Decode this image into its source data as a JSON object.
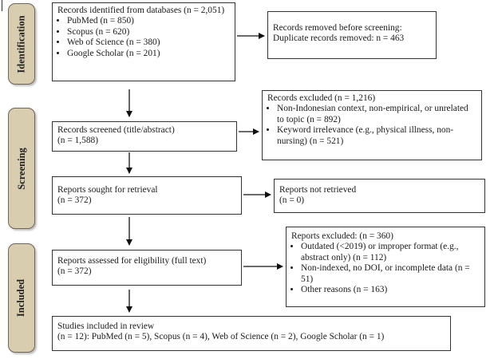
{
  "stages": {
    "identification": "Identification",
    "screening": "Screening",
    "included": "Included"
  },
  "identified": {
    "title": "Records identified from databases (n = 2,051)",
    "items": [
      "PubMed (n = 850)",
      "Scopus (n = 620)",
      "Web of Science (n = 380)",
      "Google Scholar (n = 201)"
    ]
  },
  "removed": {
    "line1": "Records removed before screening:",
    "line2": "Duplicate records removed: n = 463"
  },
  "excluded_screen": {
    "title": "Records excluded (n = 1,216)",
    "items": [
      "Non-Indonesian context, non-empirical, or unrelated to topic (n = 892)",
      "Keyword irrelevance (e.g., physical illness, non-nursing) (n = 521)"
    ]
  },
  "screened": {
    "line1": "Records screened (title/abstract)",
    "line2": "(n = 1,588)"
  },
  "sought": {
    "line1": "Reports sought for retrieval",
    "line2": "(n = 372)"
  },
  "not_retrieved": {
    "line1": "Reports not retrieved",
    "line2": "(n = 0)"
  },
  "assessed": {
    "line1": "Reports assessed for eligibility (full text)",
    "line2": "(n = 372)"
  },
  "excluded_reports": {
    "title": "Reports excluded: (n = 360)",
    "items": [
      "Outdated (<2019) or improper format (e.g., abstract only) (n = 112)",
      "Non-indexed, no DOI, or incomplete data (n = 51)",
      "Other reasons (n = 163)"
    ]
  },
  "included_box": {
    "line1": "Studies included in review",
    "line2": "(n = 12): PubMed (n = 5), Scopus (n = 4), Web of Science (n = 2), Google Scholar (n = 1)"
  }
}
